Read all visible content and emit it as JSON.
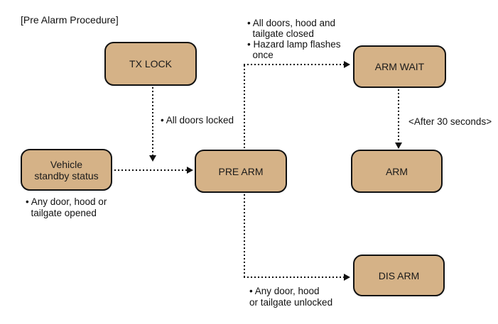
{
  "title": "[Pre Alarm Procedure]",
  "colors": {
    "node_fill": "#d5b287",
    "node_border": "#111111",
    "line_color": "#111111",
    "background": "#ffffff",
    "text": "#111111"
  },
  "nodes": {
    "tx_lock": {
      "label": "TX LOCK"
    },
    "arm_wait": {
      "label": "ARM WAIT"
    },
    "vehicle_standby": {
      "label": "Vehicle\nstandby status"
    },
    "pre_arm": {
      "label": "PRE ARM"
    },
    "arm": {
      "label": "ARM"
    },
    "dis_arm": {
      "label": "DIS ARM"
    }
  },
  "annotations": {
    "arm_wait_conditions": "• All doors, hood and\n  tailgate closed\n• Hazard lamp flashes\n  once",
    "all_doors_locked": "• All doors locked",
    "after_30_seconds": "<After 30 seconds>",
    "any_door_opened": "• Any door, hood or\n  tailgate opened",
    "any_door_unlocked": "• Any door, hood\nor tailgate unlocked"
  }
}
